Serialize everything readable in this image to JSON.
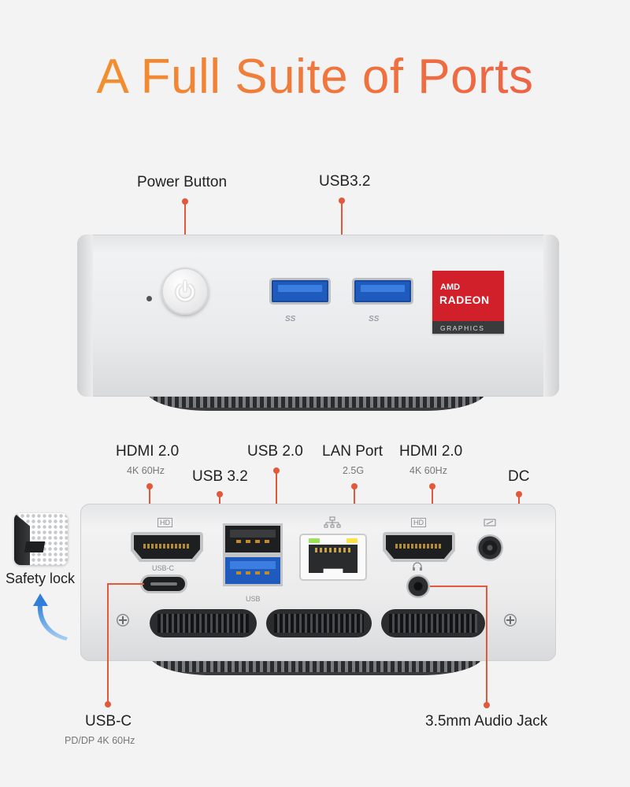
{
  "title": "A Full Suite of Ports",
  "front": {
    "power_label": "Power Button",
    "usb_label": "USB3.2",
    "usb_logo": "SS",
    "badge": {
      "brand": "AMD",
      "name": "RADEON",
      "sub": "GRAPHICS"
    }
  },
  "back": {
    "hdmi1_label": "HDMI 2.0",
    "hdmi1_sub": "4K 60Hz",
    "usb32_label": "USB 3.2",
    "usb20_label": "USB 2.0",
    "lan_label": "LAN Port",
    "lan_sub": "2.5G",
    "hdmi2_label": "HDMI 2.0",
    "hdmi2_sub": "4K 60Hz",
    "dc_label": "DC",
    "usbc_label": "USB-C",
    "usbc_sub": "PD/DP 4K 60Hz",
    "audio_label": "3.5mm Audio Jack",
    "hd_mark": "HD",
    "usbc_mark": "USB-C",
    "usb_mark": "USB"
  },
  "side": {
    "lock_label": "Safety lock"
  },
  "colors": {
    "accent": "#e2583a",
    "title_start": "#f39a2a",
    "title_end": "#ec5a48",
    "usb3_blue": "#1f5bbd",
    "amd_red": "#d1202a"
  }
}
